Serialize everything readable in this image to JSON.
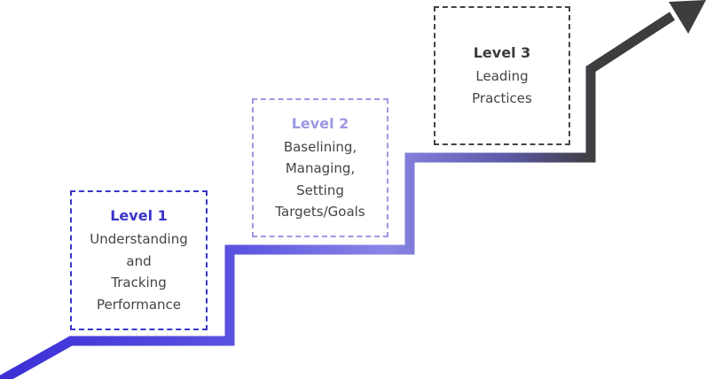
{
  "colors": {
    "level_1": "#3a35c9",
    "level_2": "#9d98e4",
    "level_3": "#444444",
    "stair_start": "#3b2fd6",
    "stair_mid": "#8a86e6",
    "stair_end": "#3d3d3d",
    "text": "#444444"
  },
  "levels": [
    {
      "title": "Level 1",
      "lines": [
        "Understanding",
        "and",
        "Tracking",
        "Performance"
      ]
    },
    {
      "title": "Level 2",
      "lines": [
        "Baselining,",
        "Managing,",
        "Setting",
        "Targets/Goals"
      ]
    },
    {
      "title": "Level 3",
      "lines": [
        "Leading",
        "Practices"
      ]
    }
  ]
}
